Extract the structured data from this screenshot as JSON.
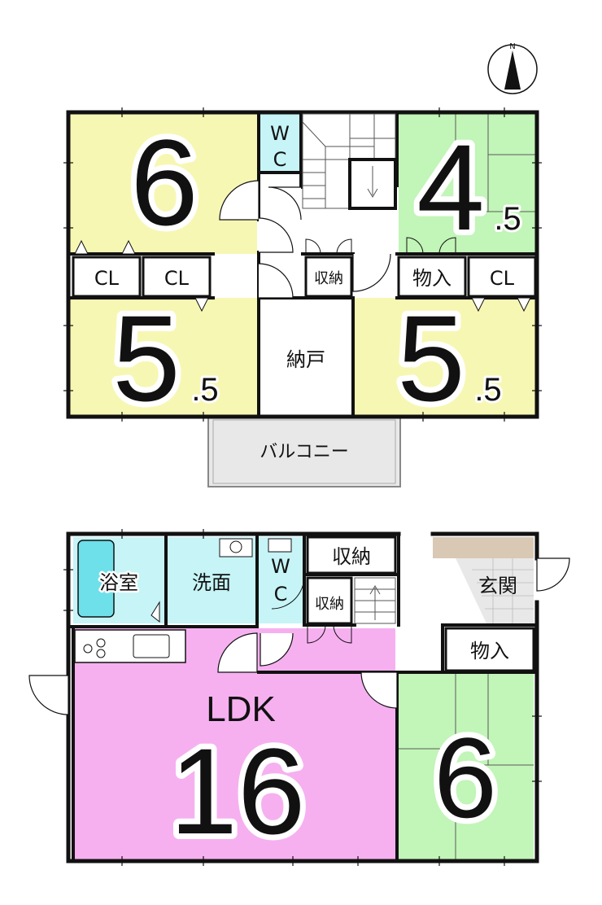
{
  "colors": {
    "yellow_room": "#f7f7b4",
    "green_room": "#c2f5b8",
    "cyan_room": "#c6f4f7",
    "pink_room": "#f6b0f0",
    "balcony": "#e8e8e8",
    "entrance_tile": "#e8e8e8",
    "wall": "#111111"
  },
  "compass": {
    "north_label": "N"
  },
  "upper_floor": {
    "room_nw": {
      "num_big": "6"
    },
    "room_ne": {
      "num_big": "4",
      "num_small": ".5"
    },
    "room_sw": {
      "num_big": "5",
      "num_small": ".5"
    },
    "room_se": {
      "num_big": "5",
      "num_small": ".5"
    },
    "wc": {
      "label_top": "W",
      "label_bottom": "C"
    },
    "closet_1": "CL",
    "closet_2": "CL",
    "closet_3": "CL",
    "storage": "物入",
    "shuno": "収納",
    "nando": "納戸",
    "balcony": "バルコニー"
  },
  "lower_floor": {
    "bath": "浴室",
    "washroom": "洗面",
    "wc": {
      "label_top": "W",
      "label_bottom": "C"
    },
    "shuno_upper": "収納",
    "shuno_lower": "収納",
    "genkan": "玄関",
    "storage": "物入",
    "ldk": {
      "label": "LDK",
      "num_big": "16"
    },
    "japanese_room": {
      "num_big": "6"
    }
  }
}
